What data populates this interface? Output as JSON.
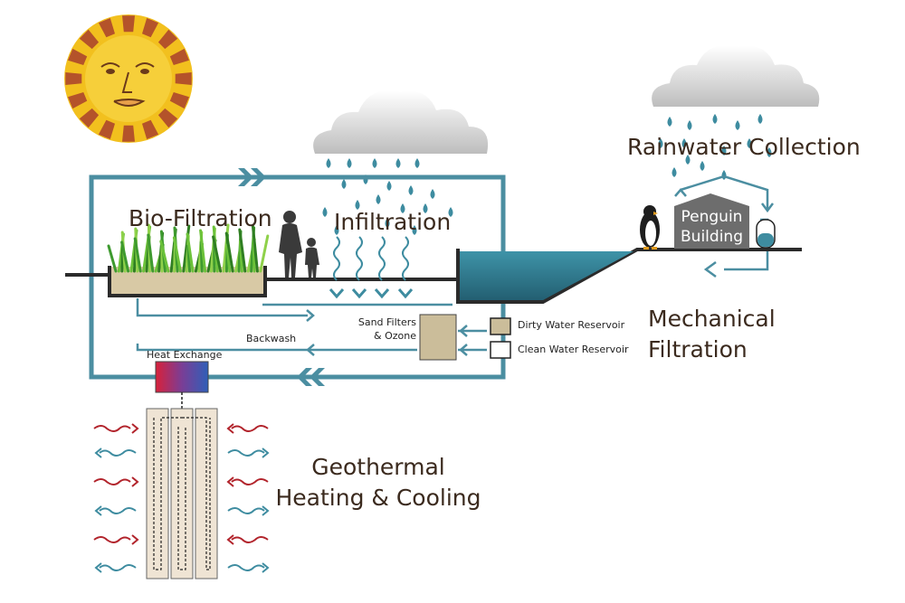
{
  "labels": {
    "bio_filtration": "Bio-Filtration",
    "infiltration": "Infiltration",
    "rainwater_collection": "Rainwater Collection",
    "penguin_building_line1": "Penguin",
    "penguin_building_line2": "Building",
    "mechanical_filtration_line1": "Mechanical",
    "mechanical_filtration_line2": "Filtration",
    "sand_filters_line1": "Sand Filters",
    "sand_filters_line2": "& Ozone",
    "backwash": "Backwash",
    "heat_exchange": "Heat Exchange",
    "dirty_water_reservoir": "Dirty Water Reservoir",
    "clean_water_reservoir": "Clean Water Reservoir",
    "geothermal_line1": "Geothermal",
    "geothermal_line2": "Heating & Cooling"
  },
  "colors": {
    "pipe": "#4b8ea1",
    "ground": "#2b2b2b",
    "text": "#3b2a1e",
    "sun": "#f2c01e",
    "sun_ray": "#b4532a",
    "hot_arrow": "#b2242c",
    "cold_arrow": "#3e8ca0",
    "water": "#2f7d92",
    "building": "#6d6d6d"
  }
}
